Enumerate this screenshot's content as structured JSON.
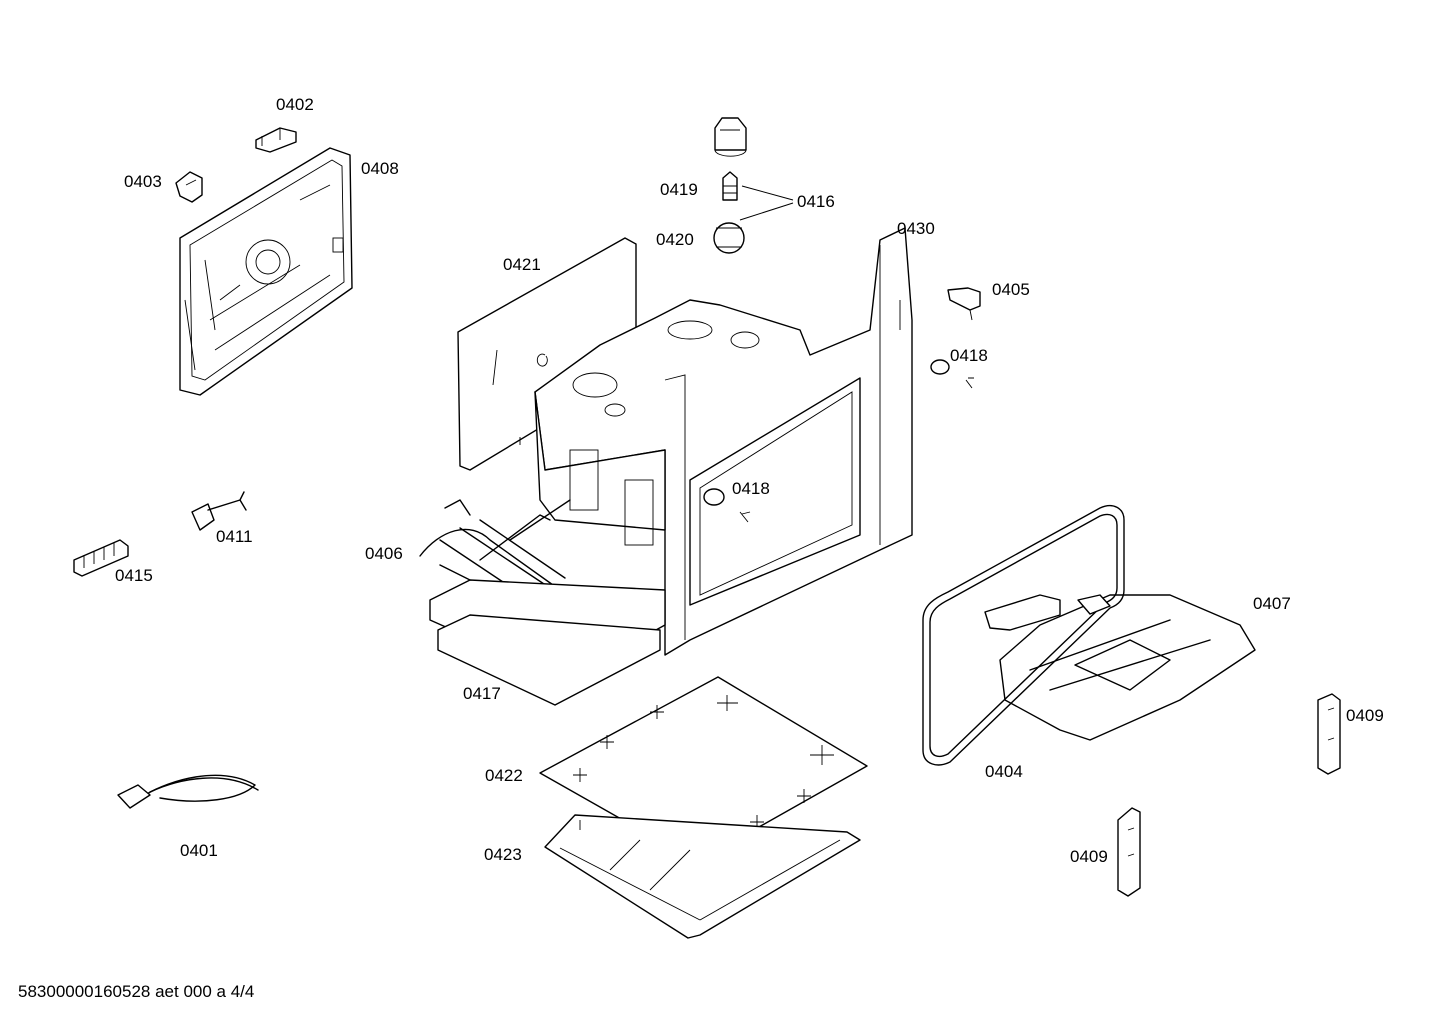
{
  "labels": {
    "p0401": "0401",
    "p0402": "0402",
    "p0403": "0403",
    "p0404": "0404",
    "p0405": "0405",
    "p0406": "0406",
    "p0407": "0407",
    "p0408": "0408",
    "p0409a": "0409",
    "p0409b": "0409",
    "p0411": "0411",
    "p0415": "0415",
    "p0416": "0416",
    "p0417": "0417",
    "p0418a": "0418",
    "p0418b": "0418",
    "p0419": "0419",
    "p0420": "0420",
    "p0421": "0421",
    "p0422": "0422",
    "p0423": "0423",
    "p0430": "0430"
  },
  "footer": "58300000160528 aet 000 a 4/4"
}
